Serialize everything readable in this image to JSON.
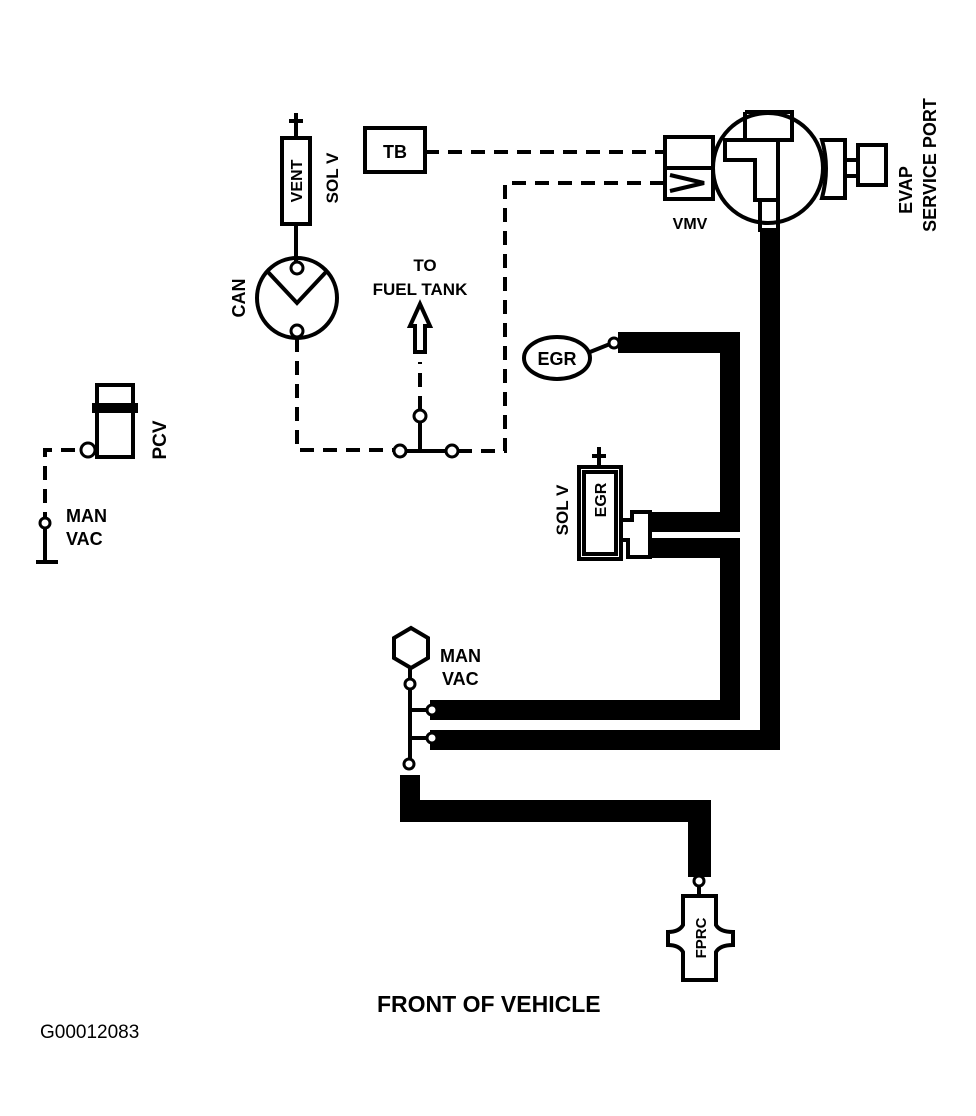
{
  "diagram": {
    "components": {
      "vent": "VENT",
      "sol_v": "SOL V",
      "can": "CAN",
      "tb": "TB",
      "to": "TO",
      "fuel_tank": "FUEL TANK",
      "vmv": "VMV",
      "evap": "EVAP",
      "service_port": "SERVICE PORT",
      "egr_valve": "EGR",
      "egr_sol": "EGR",
      "egr_sol_v": "SOL V",
      "man_vac_top": "MAN",
      "man_vac_bottom": "VAC",
      "pcv": "PCV",
      "pcv_man": "MAN",
      "pcv_vac": "VAC",
      "fprc": "FPRC"
    },
    "footer": "FRONT OF VEHICLE",
    "figure_id": "G00012083",
    "line_color": "#000000",
    "background": "#ffffff"
  }
}
